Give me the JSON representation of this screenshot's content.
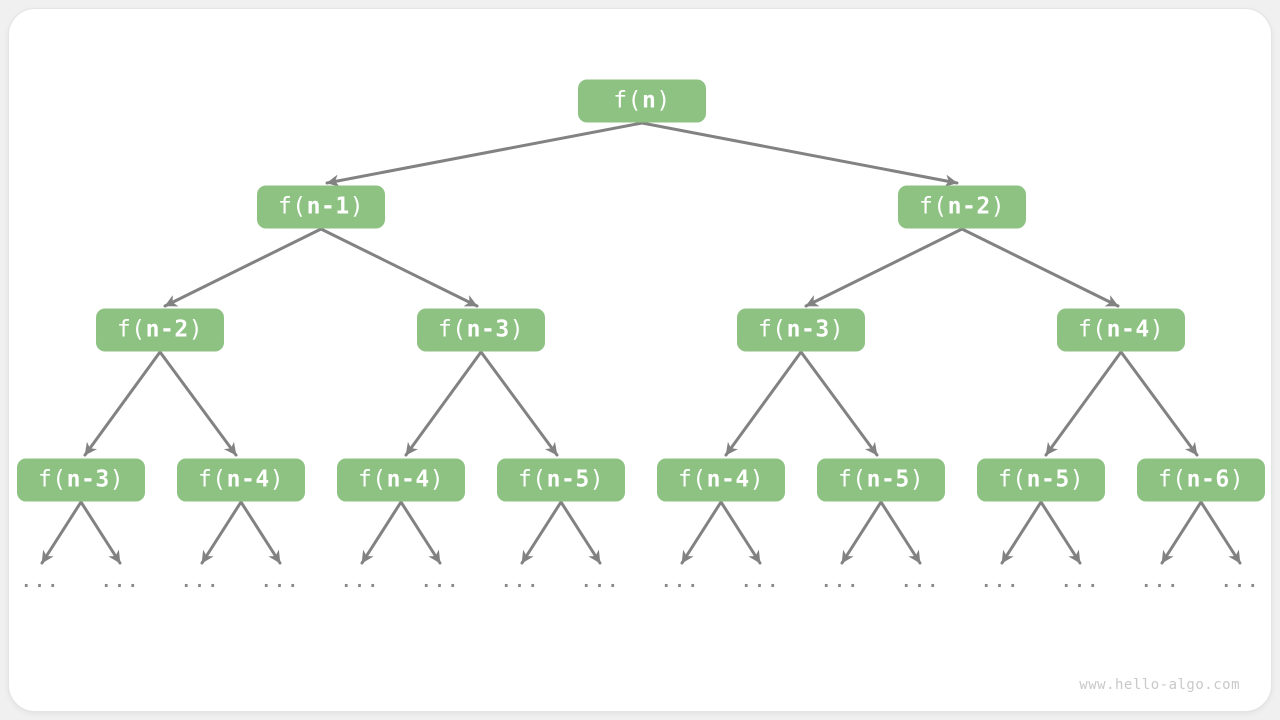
{
  "diagram": {
    "title_hint": "recursion tree of fibonacci f(n)",
    "levels": 4,
    "node_fill": "#8ec283",
    "node_text_color": "#ffffff",
    "arrow_color": "#828282",
    "background": "#f0f0f0",
    "card_color": "#ffffff"
  },
  "nodes": [
    {
      "pre": "f(",
      "arg": "n",
      "post": ")"
    },
    {
      "pre": "f(",
      "arg": "n-1",
      "post": ")"
    },
    {
      "pre": "f(",
      "arg": "n-2",
      "post": ")"
    },
    {
      "pre": "f(",
      "arg": "n-2",
      "post": ")"
    },
    {
      "pre": "f(",
      "arg": "n-3",
      "post": ")"
    },
    {
      "pre": "f(",
      "arg": "n-3",
      "post": ")"
    },
    {
      "pre": "f(",
      "arg": "n-4",
      "post": ")"
    },
    {
      "pre": "f(",
      "arg": "n-3",
      "post": ")"
    },
    {
      "pre": "f(",
      "arg": "n-4",
      "post": ")"
    },
    {
      "pre": "f(",
      "arg": "n-4",
      "post": ")"
    },
    {
      "pre": "f(",
      "arg": "n-5",
      "post": ")"
    },
    {
      "pre": "f(",
      "arg": "n-4",
      "post": ")"
    },
    {
      "pre": "f(",
      "arg": "n-5",
      "post": ")"
    },
    {
      "pre": "f(",
      "arg": "n-5",
      "post": ")"
    },
    {
      "pre": "f(",
      "arg": "n-6",
      "post": ")"
    }
  ],
  "ellipsis": "...",
  "watermark": "www.hello-algo.com"
}
